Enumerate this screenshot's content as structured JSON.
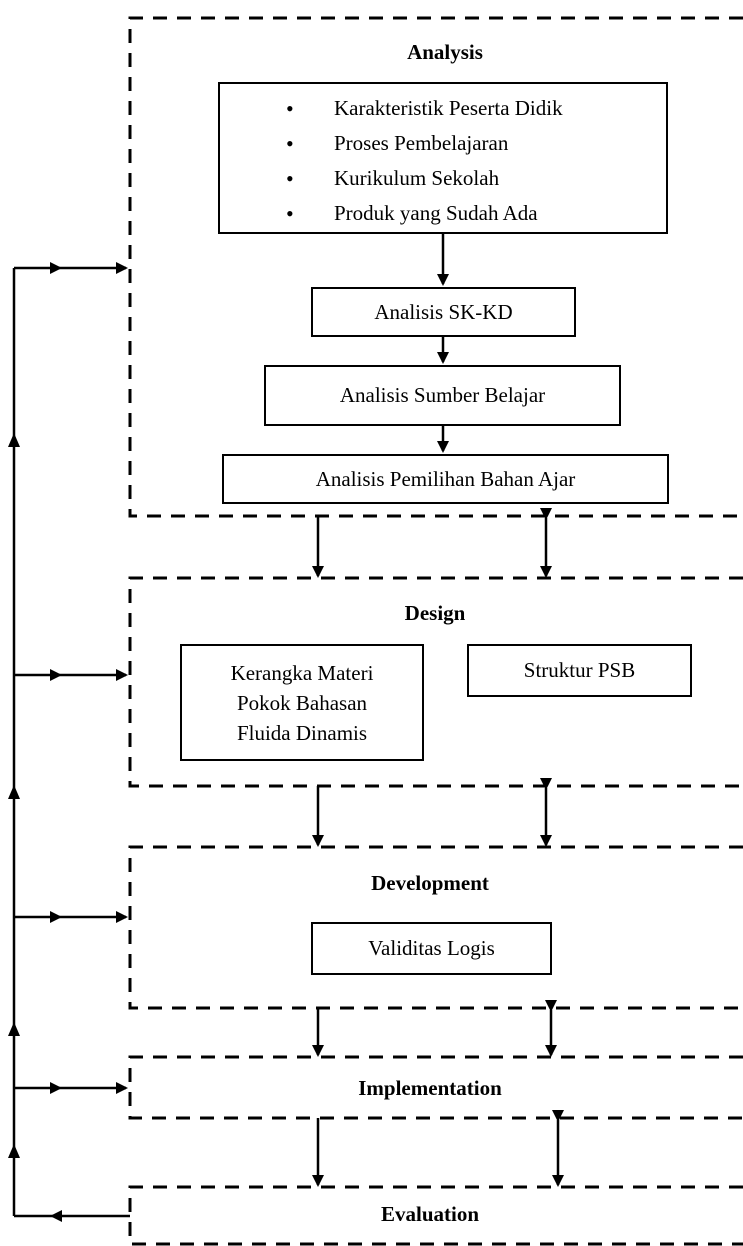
{
  "phases": {
    "analysis": {
      "title": "Analysis",
      "items": [
        "Karakteristik  Peserta Didik",
        "Proses Pembelajaran",
        "Kurikulum Sekolah",
        "Produk yang Sudah Ada"
      ],
      "steps": [
        "Analisis SK-KD",
        "Analisis Sumber Belajar",
        "Analisis Pemilihan Bahan Ajar"
      ]
    },
    "design": {
      "title": "Design",
      "materi_lines": [
        "Kerangka Materi",
        "Pokok Bahasan",
        "Fluida Dinamis"
      ],
      "struktur": "Struktur PSB"
    },
    "development": {
      "title": "Development",
      "validitas": "Validitas Logis"
    },
    "implementation": {
      "title": "Implementation"
    },
    "evaluation": {
      "title": "Evaluation"
    }
  }
}
